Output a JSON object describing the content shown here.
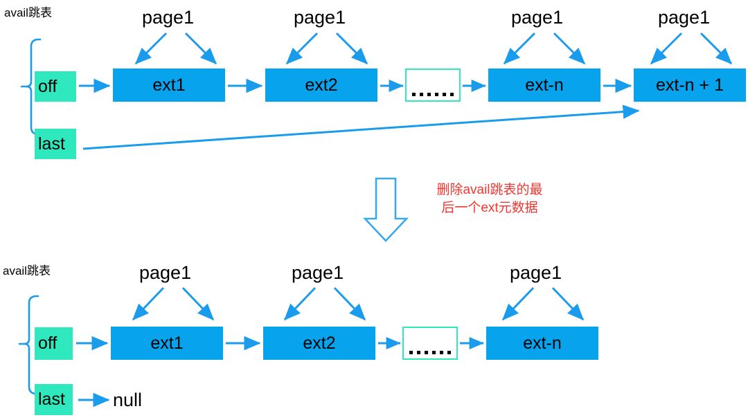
{
  "diagram": {
    "title_top": "avail跳表",
    "title_bottom": "avail跳表",
    "transition_note": "删除avail跳表的最\n后一个ext元数据",
    "colors": {
      "ext_box": "#07a3ec",
      "pointer_box": "#2fe8bd",
      "arrow": "#1a9bec",
      "note_text": "#f4352f",
      "background": "#ffffff"
    }
  },
  "top_row": {
    "pointers": [
      {
        "label": "off"
      },
      {
        "label": "last"
      }
    ],
    "nodes": [
      {
        "label": "ext1",
        "page": "page1",
        "type": "ext"
      },
      {
        "label": "ext2",
        "page": "page1",
        "type": "ext"
      },
      {
        "label": "……",
        "page": "",
        "type": "ellipsis"
      },
      {
        "label": "ext-n",
        "page": "page1",
        "type": "ext"
      },
      {
        "label": "ext-n + 1",
        "page": "page1",
        "type": "ext"
      }
    ]
  },
  "bottom_row": {
    "pointers": [
      {
        "label": "off"
      },
      {
        "label": "last"
      }
    ],
    "last_target": "null",
    "nodes": [
      {
        "label": "ext1",
        "page": "page1",
        "type": "ext"
      },
      {
        "label": "ext2",
        "page": "page1",
        "type": "ext"
      },
      {
        "label": "……",
        "page": "",
        "type": "ellipsis"
      },
      {
        "label": "ext-n",
        "page": "page1",
        "type": "ext"
      }
    ]
  }
}
